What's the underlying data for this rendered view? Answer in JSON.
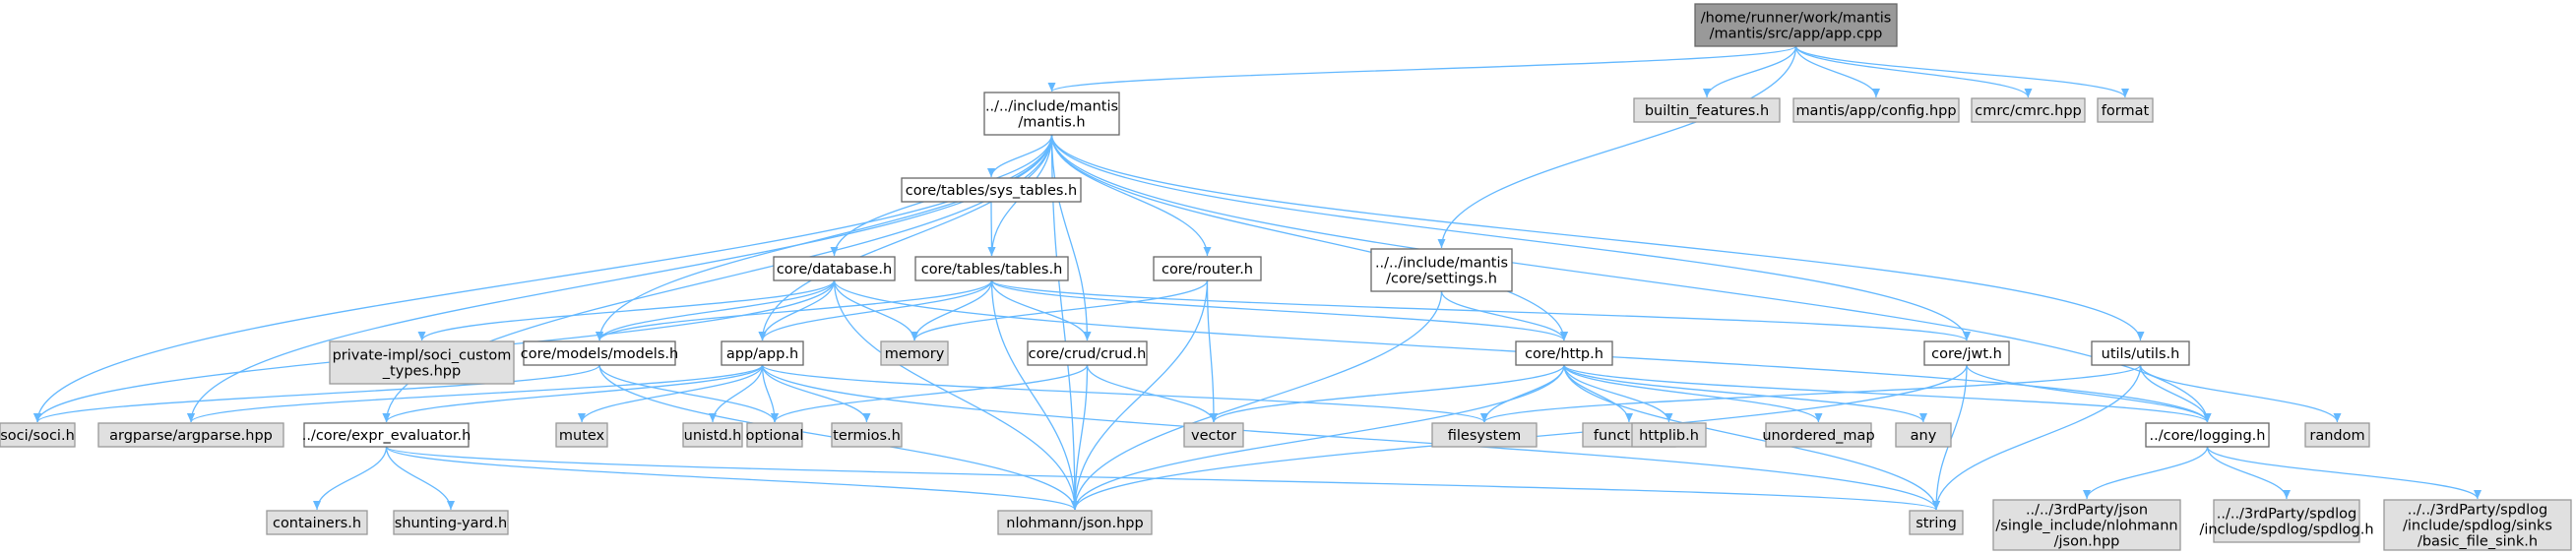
{
  "diagram": {
    "type": "include-dependency-graph",
    "colors": {
      "root_fill": "#999999",
      "root_stroke": "#666666",
      "project_fill": "#ffffff",
      "project_stroke": "#666666",
      "external_fill": "#e0e0e0",
      "external_stroke": "#999999",
      "edge": "#63b8ff"
    },
    "nodes": [
      {
        "id": "root",
        "kind": "root",
        "lines": [
          "/home/runner/work/mantis",
          "/mantis/src/app/app.cpp"
        ]
      },
      {
        "id": "mantis_h",
        "kind": "project",
        "lines": [
          "../../include/mantis",
          "/mantis.h"
        ]
      },
      {
        "id": "builtin",
        "kind": "external",
        "lines": [
          "builtin_features.h"
        ]
      },
      {
        "id": "config",
        "kind": "external",
        "lines": [
          "mantis/app/config.hpp"
        ]
      },
      {
        "id": "cmrc",
        "kind": "external",
        "lines": [
          "cmrc/cmrc.hpp"
        ]
      },
      {
        "id": "format",
        "kind": "external",
        "lines": [
          "format"
        ]
      },
      {
        "id": "sys_tables",
        "kind": "project",
        "lines": [
          "core/tables/sys_tables.h"
        ]
      },
      {
        "id": "database",
        "kind": "project",
        "lines": [
          "core/database.h"
        ]
      },
      {
        "id": "tables",
        "kind": "project",
        "lines": [
          "core/tables/tables.h"
        ]
      },
      {
        "id": "router",
        "kind": "project",
        "lines": [
          "core/router.h"
        ]
      },
      {
        "id": "settings",
        "kind": "project",
        "lines": [
          "../../include/mantis",
          "/core/settings.h"
        ]
      },
      {
        "id": "soci_custom",
        "kind": "external",
        "lines": [
          "private-impl/soci_custom",
          "_types.hpp"
        ]
      },
      {
        "id": "models",
        "kind": "project",
        "lines": [
          "core/models/models.h"
        ]
      },
      {
        "id": "memory",
        "kind": "external",
        "lines": [
          "memory"
        ]
      },
      {
        "id": "app",
        "kind": "project",
        "lines": [
          "app/app.h"
        ]
      },
      {
        "id": "crud",
        "kind": "project",
        "lines": [
          "core/crud/crud.h"
        ]
      },
      {
        "id": "http",
        "kind": "project",
        "lines": [
          "core/http.h"
        ]
      },
      {
        "id": "jwt",
        "kind": "project",
        "lines": [
          "core/jwt.h"
        ]
      },
      {
        "id": "utils",
        "kind": "project",
        "lines": [
          "utils/utils.h"
        ]
      },
      {
        "id": "soci",
        "kind": "external",
        "lines": [
          "soci/soci.h"
        ]
      },
      {
        "id": "argparse",
        "kind": "external",
        "lines": [
          "argparse/argparse.hpp"
        ]
      },
      {
        "id": "expr",
        "kind": "project",
        "lines": [
          "../core/expr_evaluator.h"
        ]
      },
      {
        "id": "mutex",
        "kind": "external",
        "lines": [
          "mutex"
        ]
      },
      {
        "id": "unistd",
        "kind": "external",
        "lines": [
          "unistd.h"
        ]
      },
      {
        "id": "optional",
        "kind": "external",
        "lines": [
          "optional"
        ]
      },
      {
        "id": "termios",
        "kind": "external",
        "lines": [
          "termios.h"
        ]
      },
      {
        "id": "vector",
        "kind": "external",
        "lines": [
          "vector"
        ]
      },
      {
        "id": "filesystem",
        "kind": "external",
        "lines": [
          "filesystem"
        ]
      },
      {
        "id": "functional",
        "kind": "external",
        "lines": [
          "functional"
        ]
      },
      {
        "id": "httplib",
        "kind": "external",
        "lines": [
          "httplib.h"
        ]
      },
      {
        "id": "unordered_map",
        "kind": "external",
        "lines": [
          "unordered_map"
        ]
      },
      {
        "id": "any",
        "kind": "external",
        "lines": [
          "any"
        ]
      },
      {
        "id": "logging",
        "kind": "project",
        "lines": [
          "../core/logging.h"
        ]
      },
      {
        "id": "random",
        "kind": "external",
        "lines": [
          "random"
        ]
      },
      {
        "id": "containers",
        "kind": "external",
        "lines": [
          "containers.h"
        ]
      },
      {
        "id": "shunting",
        "kind": "external",
        "lines": [
          "shunting-yard.h"
        ]
      },
      {
        "id": "json",
        "kind": "external",
        "lines": [
          "nlohmann/json.hpp"
        ]
      },
      {
        "id": "string",
        "kind": "external",
        "lines": [
          "string"
        ]
      },
      {
        "id": "json_single",
        "kind": "external",
        "lines": [
          "../../3rdParty/json",
          "/single_include/nlohmann",
          "/json.hpp"
        ]
      },
      {
        "id": "spdlog",
        "kind": "external",
        "lines": [
          "../../3rdParty/spdlog",
          "/include/spdlog/spdlog.h"
        ]
      },
      {
        "id": "basic_sink",
        "kind": "external",
        "lines": [
          "../../3rdParty/spdlog",
          "/include/spdlog/sinks",
          "/basic_file_sink.h"
        ]
      }
    ],
    "edges": [
      [
        "root",
        "mantis_h"
      ],
      [
        "root",
        "builtin"
      ],
      [
        "root",
        "config"
      ],
      [
        "root",
        "cmrc"
      ],
      [
        "root",
        "format"
      ],
      [
        "root",
        "settings"
      ],
      [
        "mantis_h",
        "sys_tables"
      ],
      [
        "mantis_h",
        "database"
      ],
      [
        "mantis_h",
        "tables"
      ],
      [
        "mantis_h",
        "router"
      ],
      [
        "mantis_h",
        "models"
      ],
      [
        "mantis_h",
        "app"
      ],
      [
        "mantis_h",
        "crud"
      ],
      [
        "mantis_h",
        "http"
      ],
      [
        "mantis_h",
        "jwt"
      ],
      [
        "mantis_h",
        "utils"
      ],
      [
        "mantis_h",
        "soci"
      ],
      [
        "mantis_h",
        "argparse"
      ],
      [
        "mantis_h",
        "expr"
      ],
      [
        "mantis_h",
        "json"
      ],
      [
        "mantis_h",
        "logging"
      ],
      [
        "sys_tables",
        "tables"
      ],
      [
        "database",
        "soci_custom"
      ],
      [
        "database",
        "models"
      ],
      [
        "database",
        "memory"
      ],
      [
        "database",
        "app"
      ],
      [
        "database",
        "soci"
      ],
      [
        "database",
        "json"
      ],
      [
        "database",
        "logging"
      ],
      [
        "tables",
        "models"
      ],
      [
        "tables",
        "memory"
      ],
      [
        "tables",
        "app"
      ],
      [
        "tables",
        "crud"
      ],
      [
        "tables",
        "http"
      ],
      [
        "tables",
        "json"
      ],
      [
        "tables",
        "jwt"
      ],
      [
        "router",
        "memory"
      ],
      [
        "router",
        "json"
      ],
      [
        "router",
        "vector"
      ],
      [
        "settings",
        "http"
      ],
      [
        "settings",
        "json"
      ],
      [
        "models",
        "soci"
      ],
      [
        "models",
        "optional"
      ],
      [
        "models",
        "json"
      ],
      [
        "app",
        "argparse"
      ],
      [
        "app",
        "expr"
      ],
      [
        "app",
        "mutex"
      ],
      [
        "app",
        "unistd"
      ],
      [
        "app",
        "optional"
      ],
      [
        "app",
        "termios"
      ],
      [
        "app",
        "filesystem"
      ],
      [
        "app",
        "string"
      ],
      [
        "crud",
        "optional"
      ],
      [
        "crud",
        "vector"
      ],
      [
        "crud",
        "json"
      ],
      [
        "http",
        "vector"
      ],
      [
        "http",
        "filesystem"
      ],
      [
        "http",
        "functional"
      ],
      [
        "http",
        "httplib"
      ],
      [
        "http",
        "unordered_map"
      ],
      [
        "http",
        "any"
      ],
      [
        "http",
        "string"
      ],
      [
        "http",
        "json"
      ],
      [
        "http",
        "logging"
      ],
      [
        "jwt",
        "logging"
      ],
      [
        "jwt",
        "json"
      ],
      [
        "jwt",
        "string"
      ],
      [
        "utils",
        "filesystem"
      ],
      [
        "utils",
        "logging"
      ],
      [
        "utils",
        "random"
      ],
      [
        "utils",
        "string"
      ],
      [
        "expr",
        "containers"
      ],
      [
        "expr",
        "shunting"
      ],
      [
        "expr",
        "json"
      ],
      [
        "expr",
        "string"
      ],
      [
        "logging",
        "json_single"
      ],
      [
        "logging",
        "spdlog"
      ],
      [
        "logging",
        "basic_sink"
      ]
    ]
  }
}
